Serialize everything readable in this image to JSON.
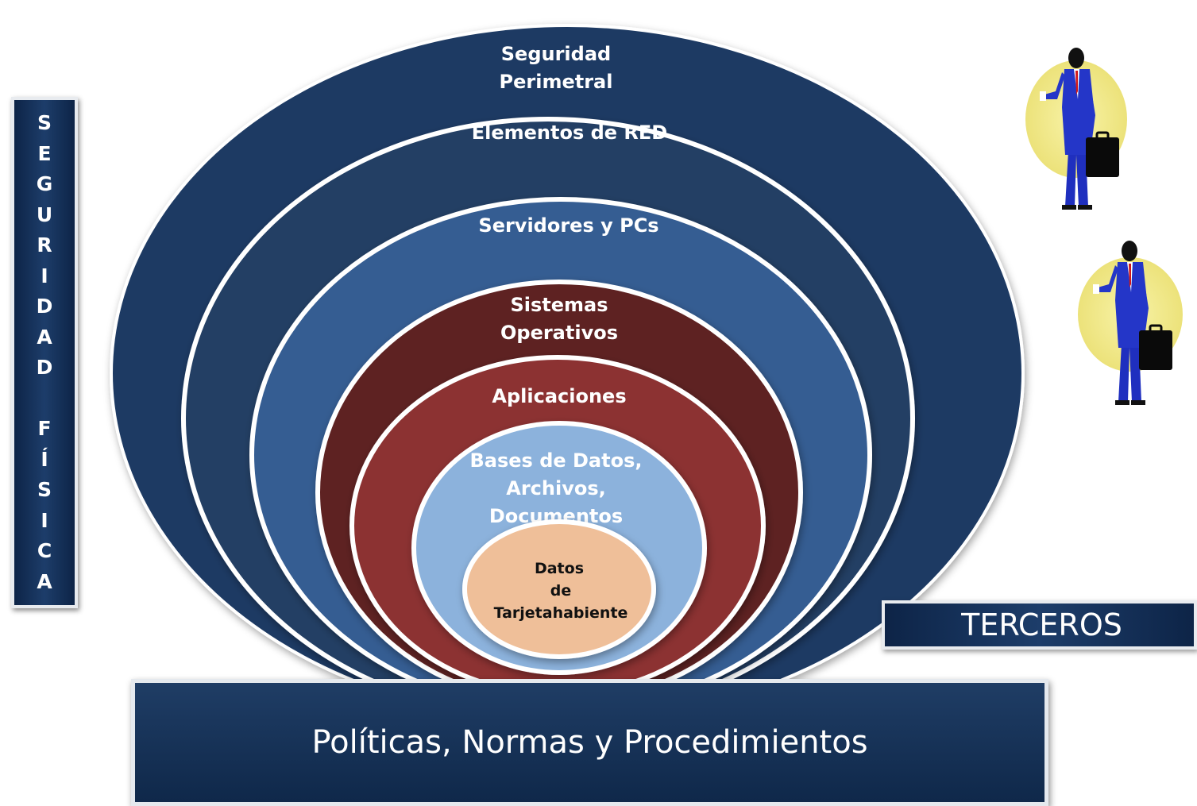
{
  "rings": [
    {
      "lines": [
        "Seguridad",
        "Perimetral"
      ],
      "color": "#1d3a63"
    },
    {
      "lines": [
        "Elementos de RED"
      ],
      "color": "#233f64"
    },
    {
      "lines": [
        "Servidores y PCs"
      ],
      "color": "#355d92"
    },
    {
      "lines": [
        "Sistemas",
        "Operativos"
      ],
      "color": "#5e2222"
    },
    {
      "lines": [
        "Aplicaciones"
      ],
      "color": "#8c3232"
    },
    {
      "lines": [
        "Bases de Datos,",
        "Archivos,",
        "Documentos"
      ],
      "color": "#8cb2dc"
    },
    {
      "lines": [
        "Datos",
        "de",
        "Tarjetahabiente"
      ],
      "color": "#efbf99"
    }
  ],
  "side_label": {
    "chars": [
      "S",
      "E",
      "G",
      "U",
      "R",
      "I",
      "D",
      "A",
      "D",
      " ",
      "F",
      "Í",
      "S",
      "I",
      "C",
      "A"
    ]
  },
  "terceros_label": "TERCEROS",
  "policies_label": "Políticas, Normas y Procedimientos",
  "colors": {
    "dark_navy": "#0f284a",
    "panel_border": "#e8ebef",
    "figure_circle": "#f2eb8c",
    "figure_suit": "#1f2fbf"
  },
  "icons": [
    "businessman-icon",
    "businessman-icon"
  ]
}
